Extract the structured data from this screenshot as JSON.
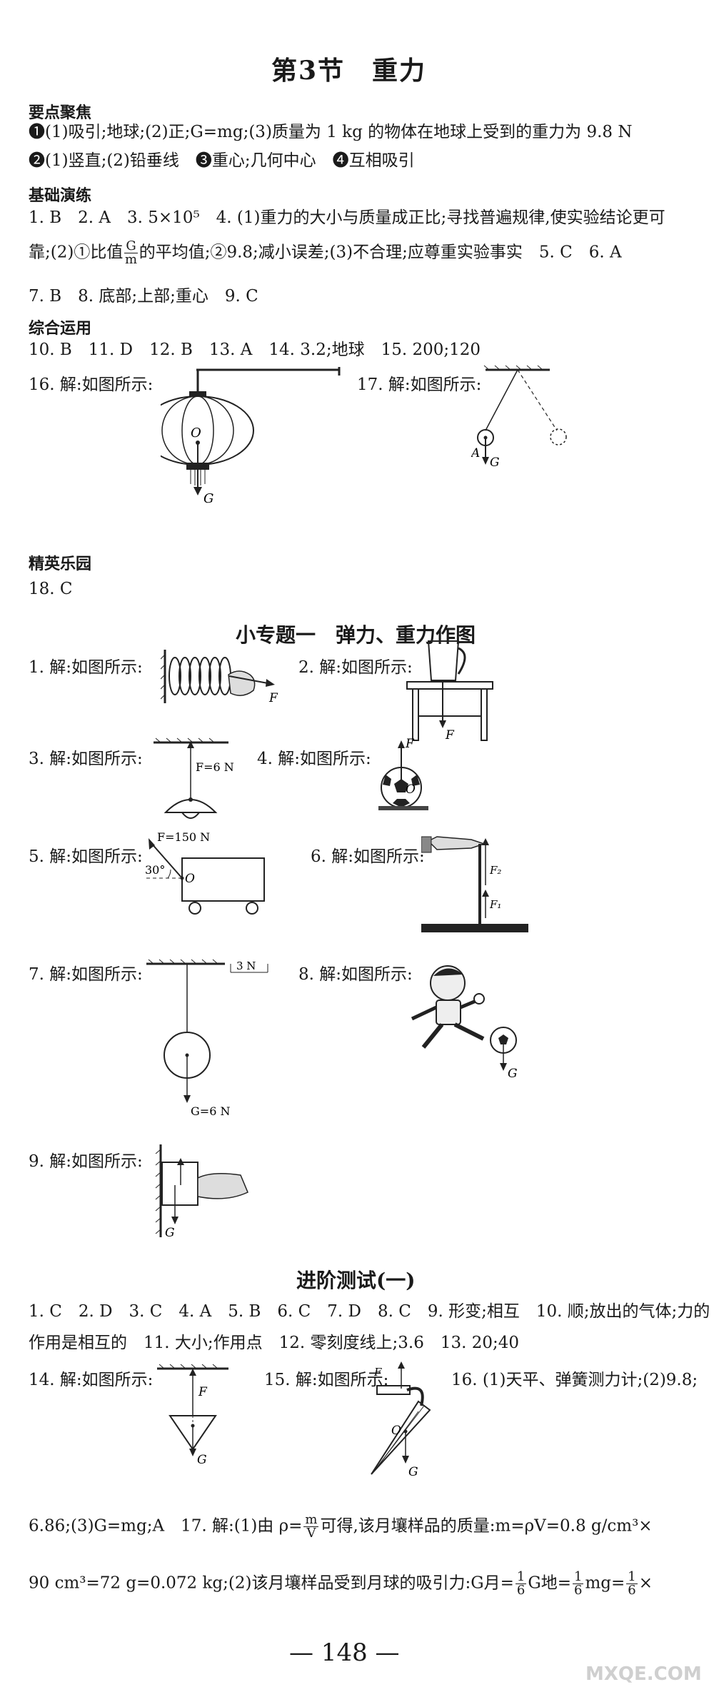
{
  "section3": {
    "title": "第3节　重力",
    "h_keypoints": "要点聚焦",
    "kp1": "❶(1)吸引;地球;(2)正;G=mg;(3)质量为 1 kg 的物体在地球上受到的重力为 9.8 N",
    "kp2": "❷(1)竖直;(2)铅垂线　❸重心;几何中心　❹互相吸引",
    "h_basic": "基础演练",
    "b1": "1. B　2. A　3. 5×10⁵　4. (1)重力的大小与质量成正比;寻找普遍规律,使实验结论更可",
    "b2_pre": "靠;(2)①比值",
    "b2_frac_num": "G",
    "b2_frac_den": "m",
    "b2_post": "的平均值;②9.8;减小误差;(3)不合理;应尊重实验事实　5. C　6. A",
    "b3": "7. B　8. 底部;上部;重心　9. C",
    "h_comp": "综合运用",
    "c1": "10. B　11. D　12. B　13. A　14. 3.2;地球　15. 200;120",
    "c16": "16. 解:如图所示:",
    "c17": "17. 解:如图所示:",
    "h_elite": "精英乐园",
    "e1": "18. C"
  },
  "topic1": {
    "title": "小专题一　弹力、重力作图",
    "q1": "1. 解:如图所示:",
    "q2": "2. 解:如图所示:",
    "q3": "3. 解:如图所示:",
    "q4": "4. 解:如图所示:",
    "q5": "5. 解:如图所示:",
    "q6": "6. 解:如图所示:",
    "q7": "7. 解:如图所示:",
    "q8": "8. 解:如图所示:",
    "q9": "9. 解:如图所示:"
  },
  "fig_labels": {
    "O": "O",
    "G": "G",
    "A": "A",
    "F": "F",
    "f6n": "F=6 N",
    "f150n": "F=150 N",
    "deg30": "30°",
    "f2": "F₂",
    "f1": "F₁",
    "n3": "3 N",
    "g6n": "G=6 N"
  },
  "test1": {
    "title": "进阶测试(一)",
    "l1": "1. C　2. D　3. C　4. A　5. B　6. C　7. D　8. C　9. 形变;相互　10. 顺;放出的气体;力的",
    "l2": "作用是相互的　11. 大小;作用点　12. 零刻度线上;3.6　13. 20;40",
    "q14": "14. 解:如图所示:",
    "q15": "15. 解:如图所示:",
    "q16": "16. (1)天平、弹簧测力计;(2)9.8;",
    "l4_pre": "6.86;(3)G=mg;A　17. 解:(1)由 ρ=",
    "l4_frac_num": "m",
    "l4_frac_den": "V",
    "l4_post": "可得,该月壤样品的质量:m=ρV=0.8 g/cm³×",
    "l5_pre": "90 cm³=72 g=0.072 kg;(2)该月壤样品受到月球的吸引力:G月=",
    "l5_f1n": "1",
    "l5_f1d": "6",
    "l5_mid1": "G地=",
    "l5_f2n": "1",
    "l5_f2d": "6",
    "l5_mid2": "mg=",
    "l5_f3n": "1",
    "l5_f3d": "6",
    "l5_end": "×"
  },
  "page_number": "— 148 —",
  "watermark": "MXQE.COM"
}
